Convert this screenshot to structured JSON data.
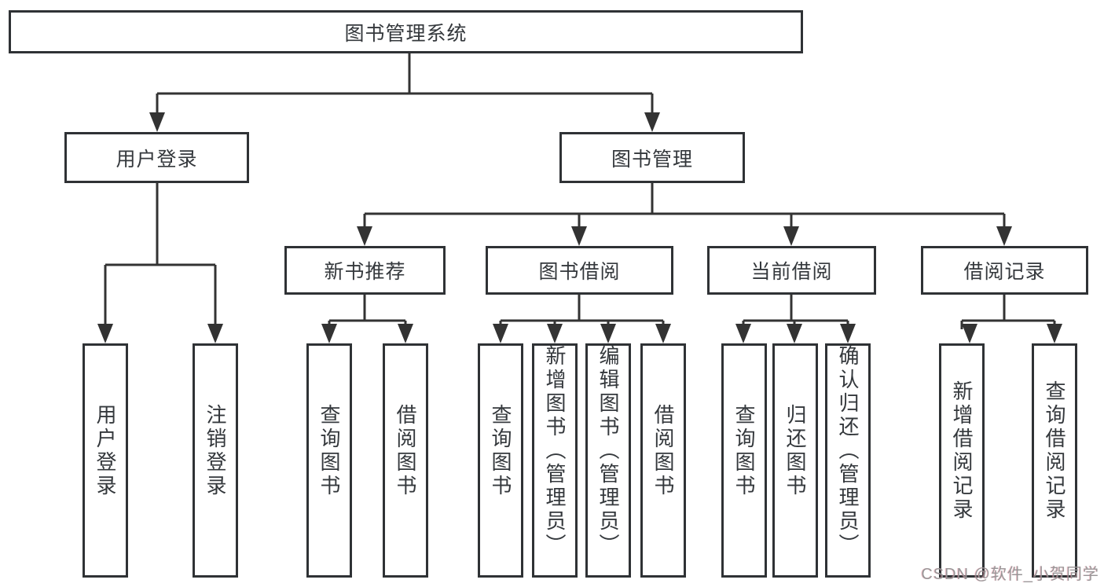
{
  "diagram": {
    "root": {
      "label": "图书管理系统"
    },
    "level2": [
      {
        "label": "用户登录"
      },
      {
        "label": "图书管理"
      }
    ],
    "level3": [
      {
        "label": "新书推荐"
      },
      {
        "label": "图书借阅"
      },
      {
        "label": "当前借阅"
      },
      {
        "label": "借阅记录"
      }
    ],
    "leaves": [
      {
        "label": "用户登录"
      },
      {
        "label": "注销登录"
      },
      {
        "label": "查询图书"
      },
      {
        "label": "借阅图书"
      },
      {
        "label": "查询图书"
      },
      {
        "label": "新增图书（管理员）"
      },
      {
        "label": "编辑图书（管理员）"
      },
      {
        "label": "借阅图书"
      },
      {
        "label": "查询图书"
      },
      {
        "label": "归还图书"
      },
      {
        "label": "确认归还（管理员）"
      },
      {
        "label": "新增借阅记录"
      },
      {
        "label": "查询借阅记录"
      }
    ],
    "line_color": "#333333"
  },
  "watermark": {
    "text": "CSDN @软件_小贺同学"
  }
}
